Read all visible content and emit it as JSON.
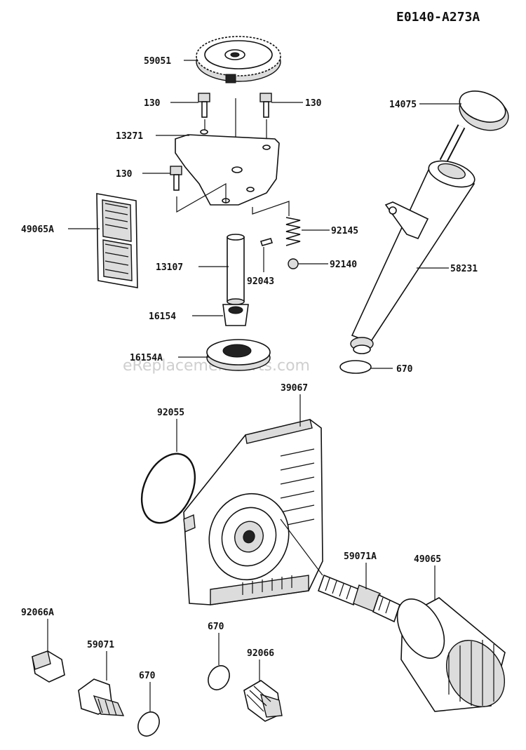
{
  "diagram_code": "E0140-A273A",
  "watermark": "eReplacementParts.com",
  "parts": {
    "p59051": "59051",
    "p130a": "130",
    "p130b": "130",
    "p130c": "130",
    "p13271": "13271",
    "p49065A": "49065A",
    "p92145": "92145",
    "p92140": "92140",
    "p13107": "13107",
    "p92043": "92043",
    "p16154": "16154",
    "p16154A": "16154A",
    "p14075": "14075",
    "p58231": "58231",
    "p670a": "670",
    "p39067": "39067",
    "p92055": "92055",
    "p59071A": "59071A",
    "p49065": "49065",
    "p92066A": "92066A",
    "p59071": "59071",
    "p670b": "670",
    "p670c": "670",
    "p92066": "92066"
  }
}
